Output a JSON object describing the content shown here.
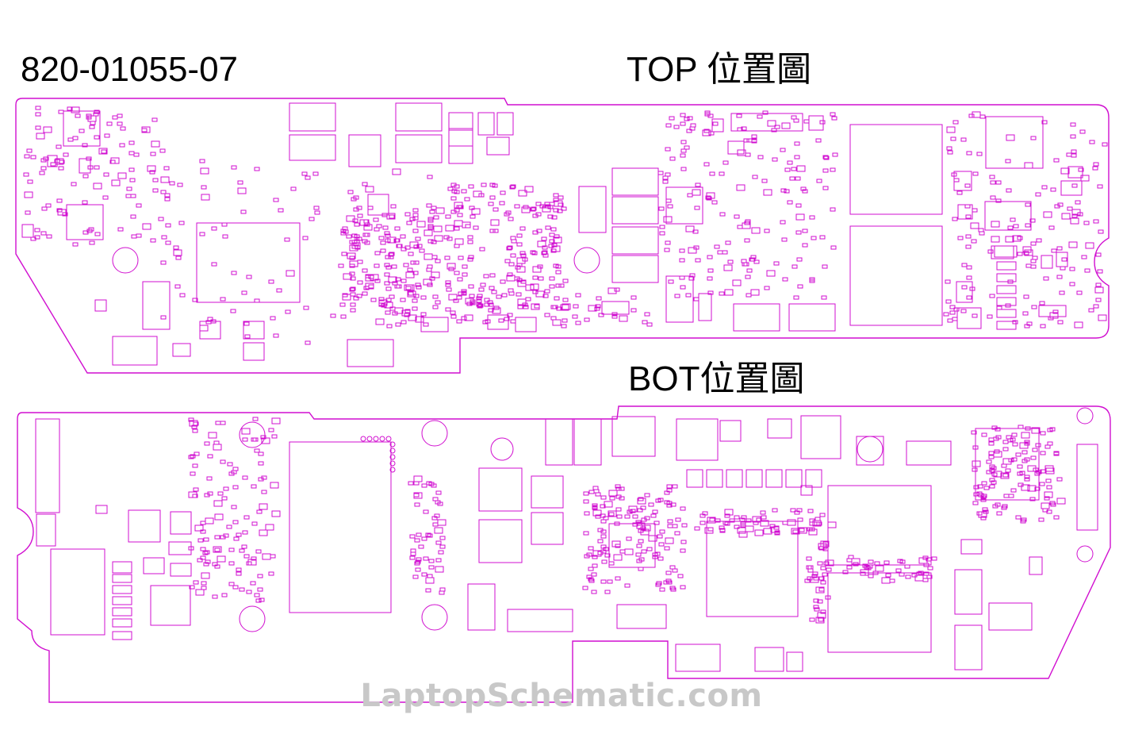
{
  "board_id": "820-01055-07",
  "top_title": "TOP 位置圖",
  "bot_title": "BOT位置圖",
  "watermark": "LaptopSchematic.com",
  "colors": {
    "outline": "#d10fd0",
    "text": "#000000",
    "watermark": "#c8c8c8",
    "background": "#ffffff"
  }
}
